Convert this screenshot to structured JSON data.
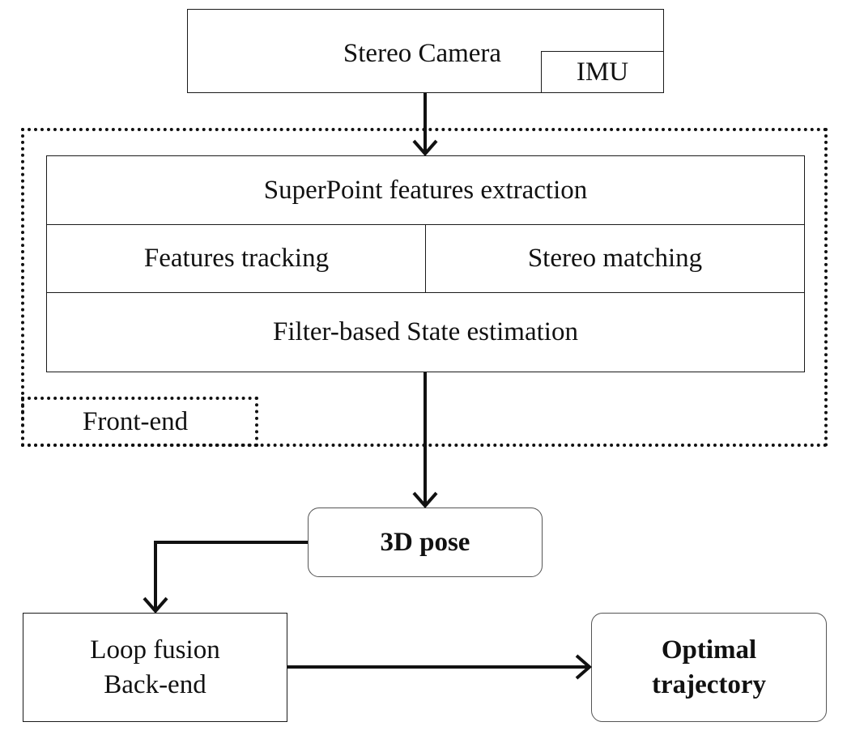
{
  "nodes": {
    "stereo_camera": "Stereo Camera",
    "imu": "IMU",
    "superpoint": "SuperPoint features extraction",
    "features_tracking": "Features tracking",
    "stereo_matching": "Stereo matching",
    "state_estimation": "Filter-based State estimation",
    "front_end": "Front-end",
    "pose_3d": "3D pose",
    "loop_fusion": "Loop fusion",
    "back_end": "Back-end",
    "optimal": "Optimal",
    "trajectory": "trajectory"
  }
}
